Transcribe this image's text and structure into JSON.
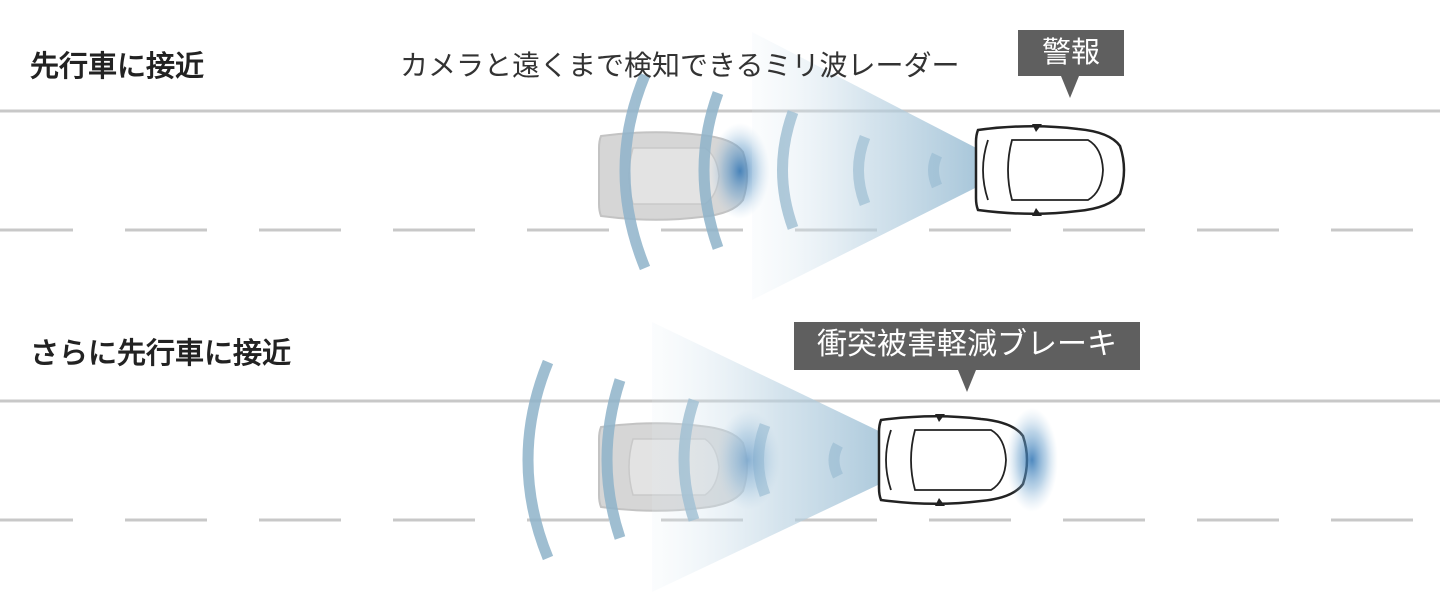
{
  "scenes": [
    {
      "label": "先行車に接近"
    },
    {
      "label": "さらに先行車に接近"
    }
  ],
  "radar_label": "カメラと遠くまで検知できるミリ波レーダー",
  "callouts": {
    "warning": "警報",
    "brake": "衝突被害軽減ブレーキ"
  },
  "colors": {
    "road_line": "#c8c8c8",
    "detection_beam": "#8fb6cf",
    "radar_wave": "#8fb3ca",
    "sensor_glow": "#3d7fb8",
    "callout_bg": "#5f5f5f",
    "callout_text": "#ffffff",
    "own_car": "#ffffff",
    "own_car_outline": "#222222",
    "lead_car": "#d2d2d2"
  }
}
